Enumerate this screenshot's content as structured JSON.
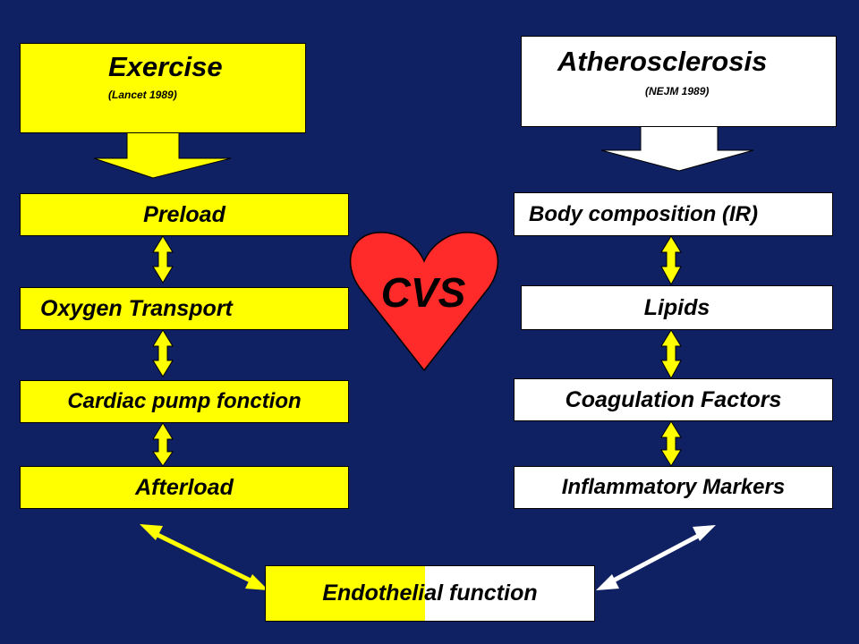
{
  "left": {
    "title": "Exercise",
    "subtitle": "(Lancet 1989)",
    "items": [
      "Preload",
      "Oxygen Transport",
      "Cardiac pump fonction",
      "Afterload"
    ]
  },
  "right": {
    "title": "Atherosclerosis",
    "subtitle": "(NEJM 1989)",
    "items": [
      "Body composition (IR)",
      "Lipids",
      "Coagulation Factors",
      "Inflammatory Markers"
    ]
  },
  "center": {
    "label": "CVS"
  },
  "bottom": {
    "label": "Endothelial function"
  },
  "colors": {
    "background": "#0f2162",
    "yellow": "#ffff00",
    "white": "#ffffff",
    "heart": "#ff2a2a"
  }
}
